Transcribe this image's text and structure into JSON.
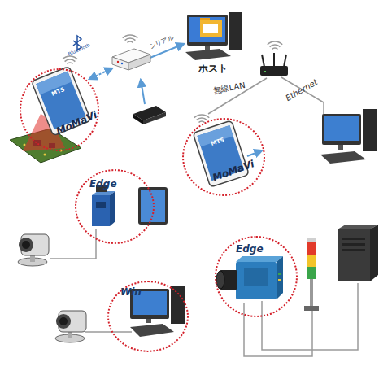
{
  "diagram": {
    "nodes": [
      {
        "text": [
          "ホスト"
        ]
      },
      {
        "text": [
          "MoMaVi"
        ]
      },
      {
        "text": [
          "MoMaVi"
        ]
      },
      {
        "text": [
          "Edge"
        ]
      },
      {
        "text": [
          "Edge"
        ]
      },
      {
        "text": [
          "Win"
        ]
      }
    ],
    "labels": [
      "Bluetooth",
      "シリアル",
      "無線LAN",
      "Ethernet",
      "MTS",
      "MTS"
    ]
  }
}
